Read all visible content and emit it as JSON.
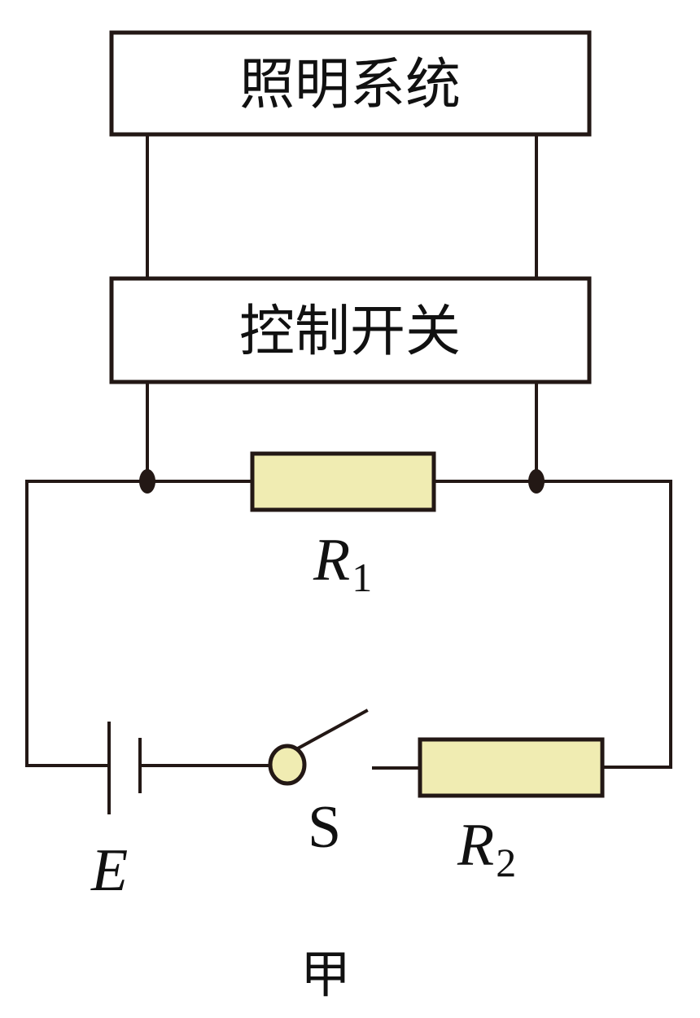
{
  "diagram": {
    "title": "甲",
    "blocks": {
      "lighting_system": "照明系统",
      "control_switch": "控制开关"
    },
    "components": {
      "r1": {
        "symbol": "R",
        "subscript": "1"
      },
      "r2": {
        "symbol": "R",
        "subscript": "2"
      },
      "battery": {
        "symbol": "E"
      },
      "switch": {
        "symbol": "S",
        "state": "open"
      }
    },
    "colors": {
      "resistor_fill": "#f0ecb2",
      "line": "#231815"
    }
  }
}
